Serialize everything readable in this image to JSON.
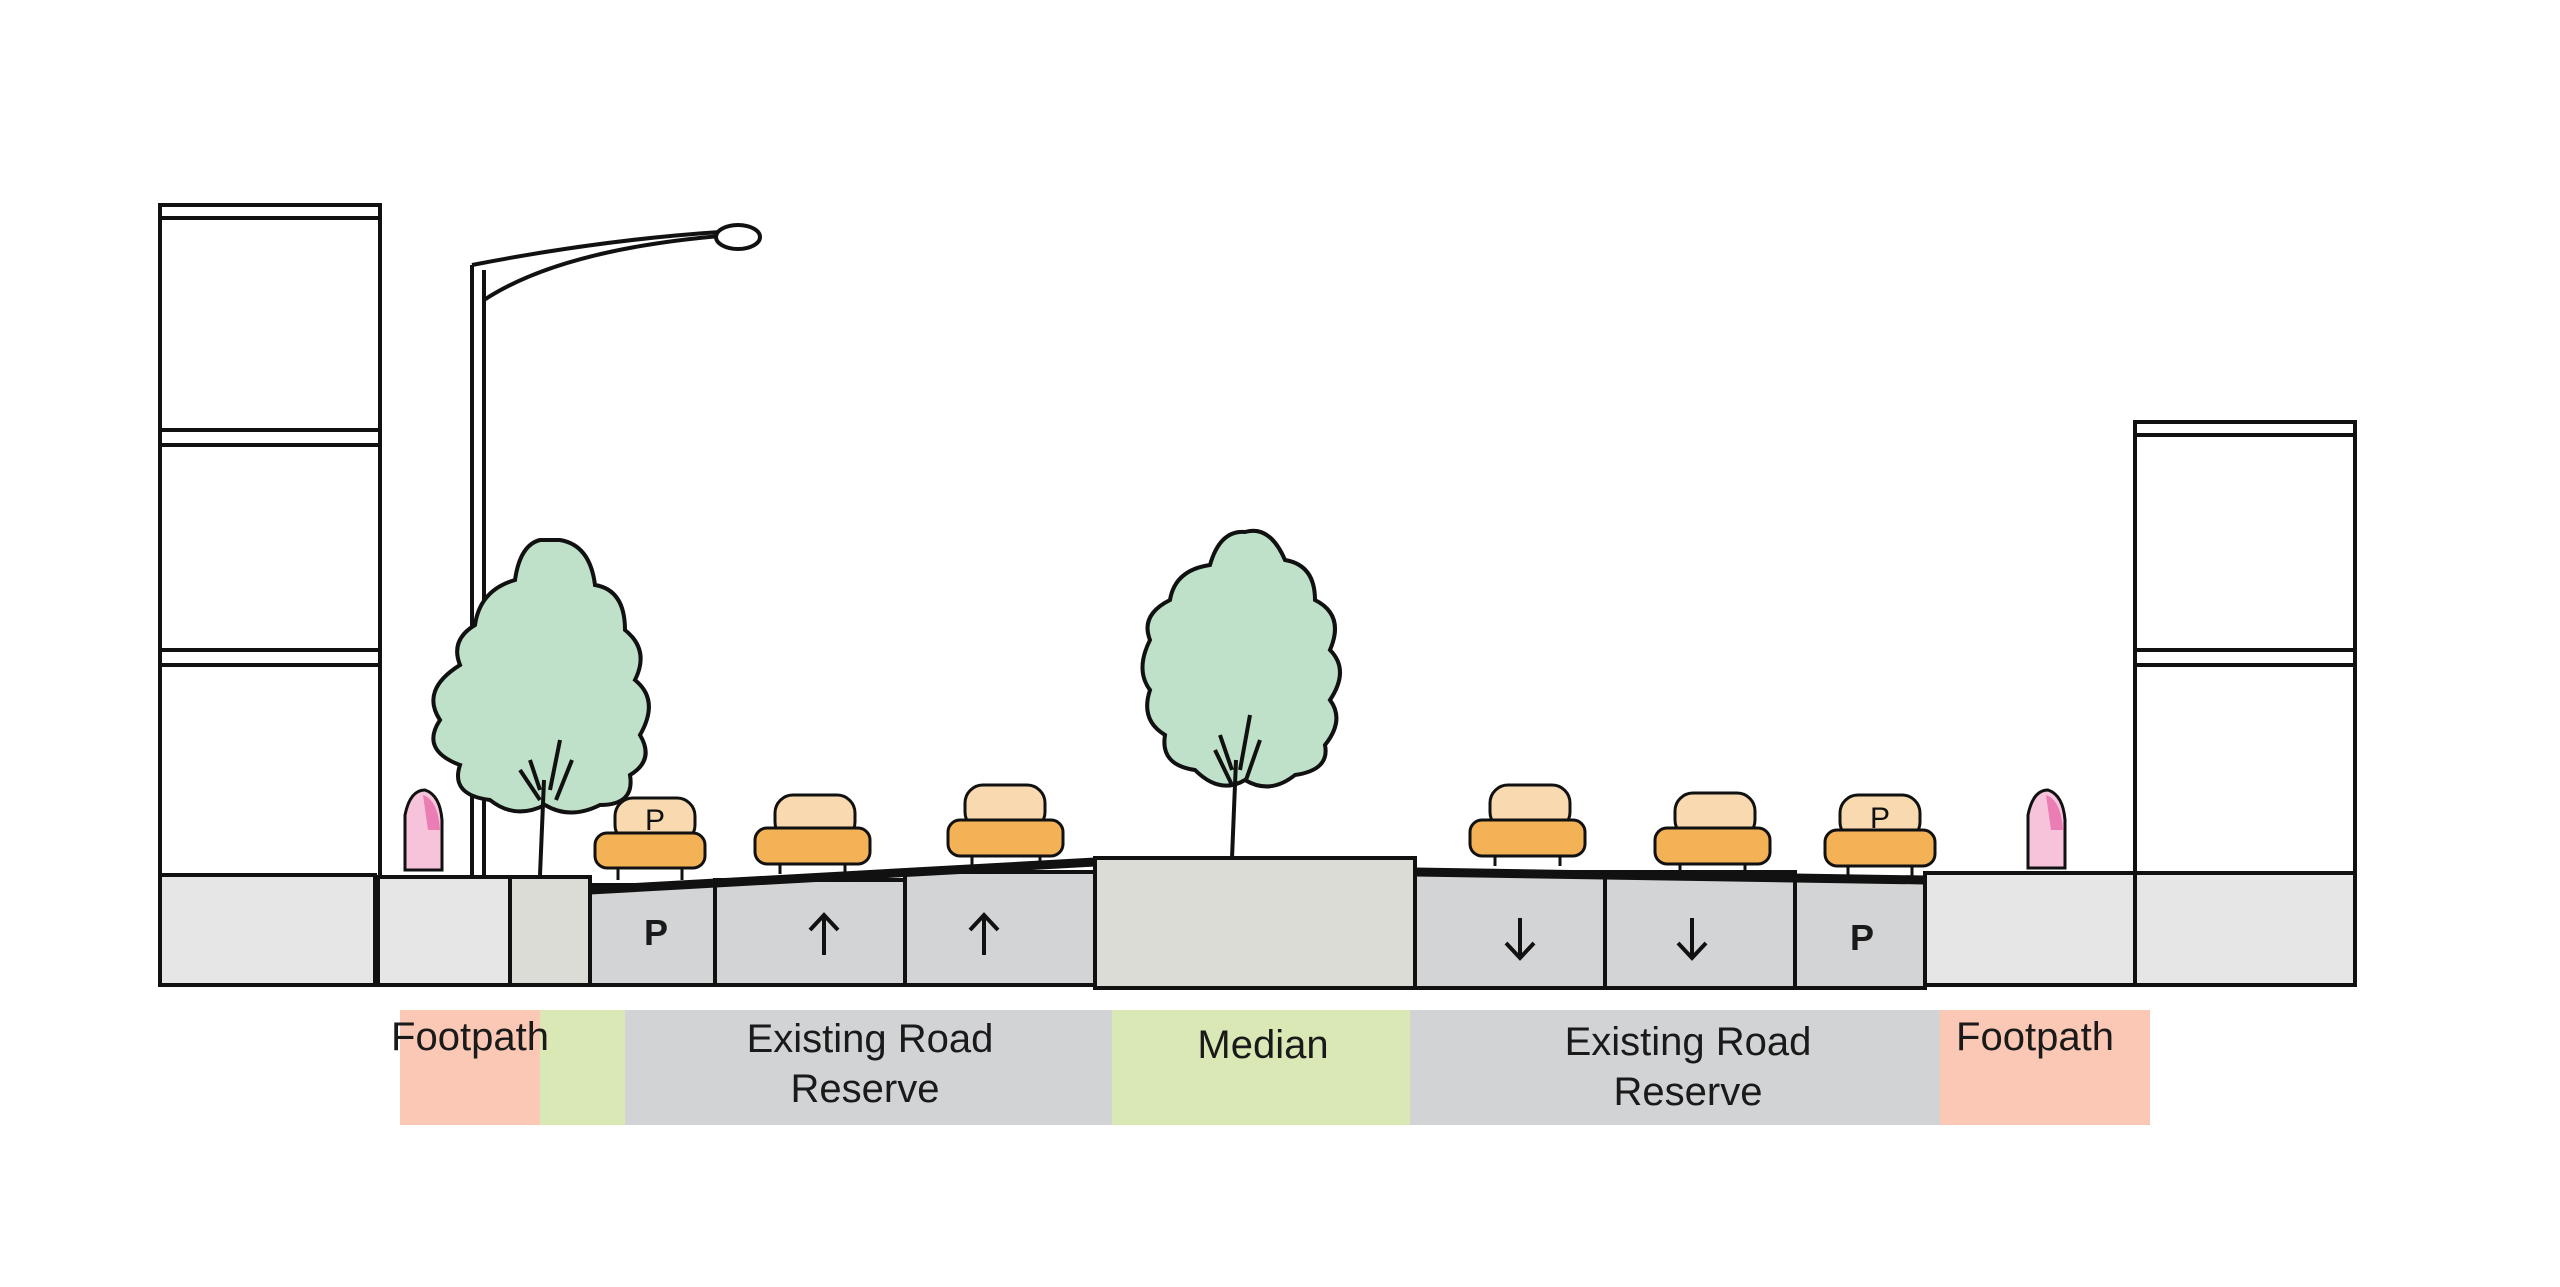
{
  "colors": {
    "footpath": "#fac8b4",
    "verge": "#d9e8b4",
    "road_reserve": "#d2d3d5",
    "median": "#d9e8b4",
    "ground_gray": "#e6e6e6",
    "lane_gray": "#d3d4d6",
    "median_fill": "#dcdcd6",
    "tree": "#bfe0c9",
    "car_body": "#f3b256",
    "car_top": "#f8d9b0",
    "bollard": "#ef8fbd"
  },
  "zones": [
    {
      "id": "footpath-left",
      "lines": [
        "Footpath"
      ],
      "color": "footpath"
    },
    {
      "id": "verge-left",
      "lines": [],
      "color": "verge"
    },
    {
      "id": "road-reserve-left",
      "lines": [
        "Existing Road",
        "Reserve"
      ],
      "color": "road_reserve"
    },
    {
      "id": "median",
      "lines": [
        "Median"
      ],
      "color": "median"
    },
    {
      "id": "road-reserve-right",
      "lines": [
        "Existing Road",
        "Reserve"
      ],
      "color": "road_reserve"
    },
    {
      "id": "footpath-right",
      "lines": [
        "Footpath"
      ],
      "color": "footpath"
    }
  ],
  "lanes": [
    {
      "id": "parking-left",
      "mark": "P",
      "kind": "parking"
    },
    {
      "id": "lane-left-1",
      "mark": "up-arrow",
      "kind": "arrow"
    },
    {
      "id": "lane-left-2",
      "mark": "up-arrow",
      "kind": "arrow"
    },
    {
      "id": "lane-right-1",
      "mark": "down-arrow",
      "kind": "arrow"
    },
    {
      "id": "lane-right-2",
      "mark": "down-arrow",
      "kind": "arrow"
    },
    {
      "id": "parking-right",
      "mark": "P",
      "kind": "parking"
    }
  ],
  "cars": [
    {
      "id": "car-parked-left",
      "roof_mark": "P"
    },
    {
      "id": "car-left-lane-1",
      "roof_mark": ""
    },
    {
      "id": "car-left-lane-2",
      "roof_mark": ""
    },
    {
      "id": "car-right-lane-1",
      "roof_mark": ""
    },
    {
      "id": "car-right-lane-2",
      "roof_mark": ""
    },
    {
      "id": "car-parked-right",
      "roof_mark": "P"
    }
  ],
  "icons": [
    "building-icon",
    "street-light-icon",
    "tree-icon",
    "car-icon",
    "bollard-icon",
    "up-arrow-icon",
    "down-arrow-icon"
  ]
}
